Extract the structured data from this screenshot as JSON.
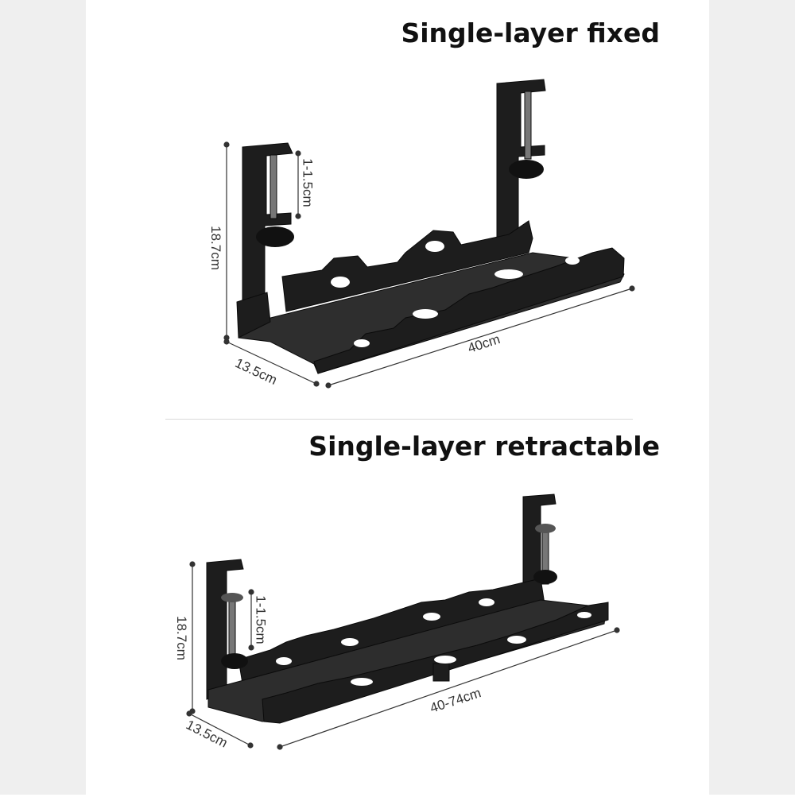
{
  "panels": [
    {
      "title": "Single-layer fixed",
      "dims": {
        "height": "18.7cm",
        "clamp": "1-1.5cm",
        "depth": "13.5cm",
        "length": "40cm"
      }
    },
    {
      "title": "Single-layer retractable",
      "dims": {
        "height": "18.7cm",
        "clamp": "1-1.5cm",
        "depth": "13.5cm",
        "length": "40-74cm"
      }
    }
  ],
  "colors": {
    "metal": "#1c1c1c",
    "metal_light": "#3a3a3a",
    "background": "#ffffff",
    "side_panels": "#efefef"
  }
}
